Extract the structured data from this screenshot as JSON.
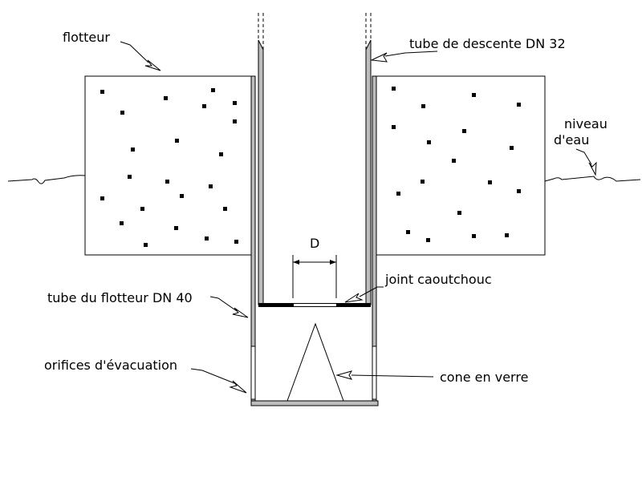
{
  "labels": {
    "flotteur": "flotteur",
    "tube_descente": "tube de descente DN 32",
    "niveau_line1": "niveau",
    "niveau_line2": "d'eau",
    "dimension_d": "D",
    "joint": "joint caoutchouc",
    "tube_flotteur": "tube du flotteur DN 40",
    "orifices": "orifices d'évacuation",
    "cone": "cone en verre"
  },
  "colors": {
    "line": "#000000",
    "tube_fill": "#bdbdbd",
    "background": "#ffffff"
  }
}
